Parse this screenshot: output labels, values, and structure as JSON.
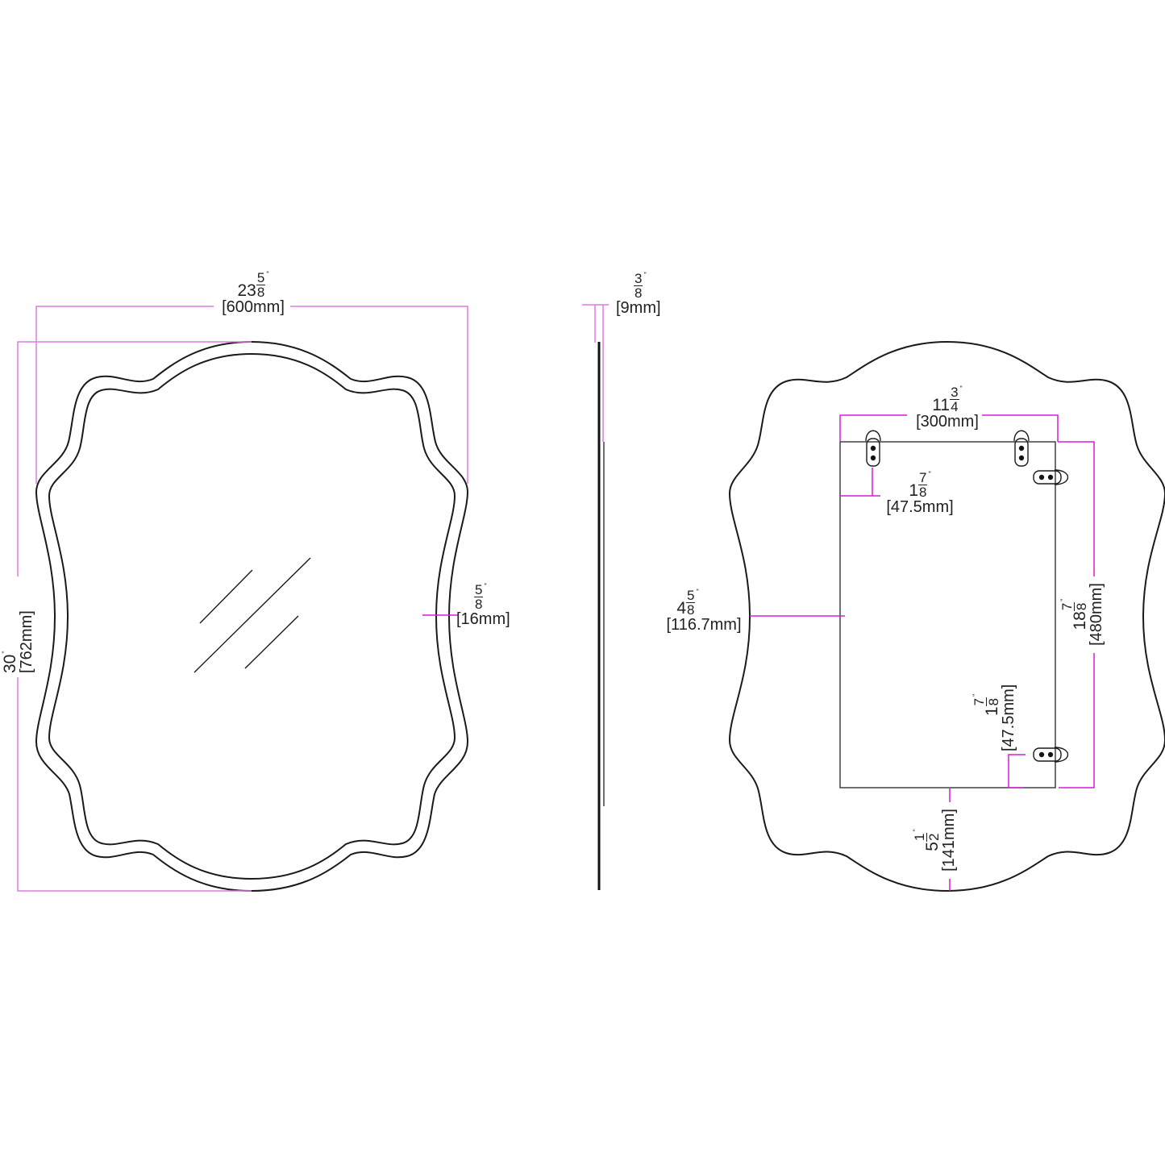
{
  "title": "Scalloped mirror dimension drawing",
  "colors": {
    "outline": "#1a1a1a",
    "dimension_line": "#d81bd8",
    "text": "#222222",
    "background": "#ffffff"
  },
  "front_view": {
    "width": {
      "whole": "23",
      "num": "5",
      "den": "8",
      "unit": "\"",
      "metric": "[600mm]"
    },
    "height": {
      "whole": "30",
      "num": "",
      "den": "",
      "unit": "\"",
      "metric": "[762mm]"
    },
    "bevel": {
      "whole": "",
      "num": "5",
      "den": "8",
      "unit": "\"",
      "metric": "[16mm]"
    }
  },
  "side_view": {
    "thickness": {
      "whole": "",
      "num": "3",
      "den": "8",
      "unit": "\"",
      "metric": "[9mm]"
    }
  },
  "back_view": {
    "bracket_spacing": {
      "whole": "11",
      "num": "3",
      "den": "4",
      "unit": "\"",
      "metric": "[300mm]"
    },
    "bracket_offset_top": {
      "whole": "1",
      "num": "7",
      "den": "8",
      "unit": "\"",
      "metric": "[47.5mm]"
    },
    "side_margin": {
      "whole": "4",
      "num": "5",
      "den": "8",
      "unit": "\"",
      "metric": "[116.7mm]"
    },
    "vertical_spacing": {
      "whole": "18",
      "num": "7",
      "den": "8",
      "unit": "\"",
      "metric": "[480mm]"
    },
    "bracket_offset_bottom": {
      "whole": "1",
      "num": "7",
      "den": "8",
      "unit": "\"",
      "metric": "[47.5mm]"
    },
    "bottom_margin": {
      "whole": "5",
      "num": "1",
      "den": "2",
      "unit": "\"",
      "metric": "[141mm]"
    }
  }
}
